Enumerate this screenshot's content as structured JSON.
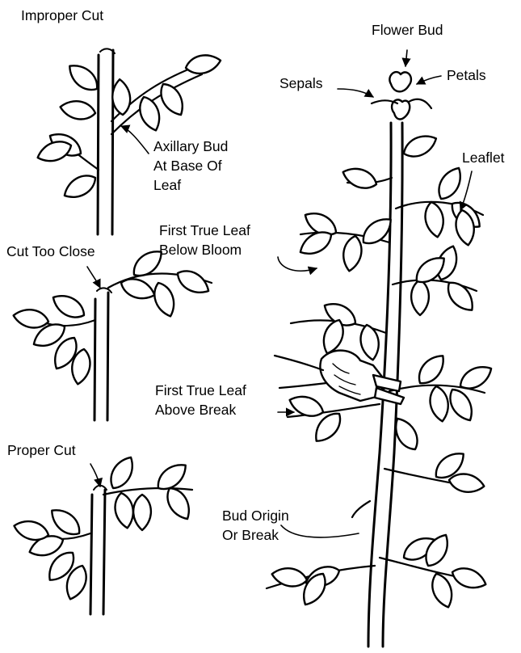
{
  "labels": {
    "improper_cut": "Improper Cut",
    "axillary_bud": [
      "Axillary Bud",
      "At Base Of",
      "Leaf"
    ],
    "cut_too_close": "Cut Too Close",
    "proper_cut": "Proper Cut",
    "flower_bud": "Flower Bud",
    "sepals": "Sepals",
    "petals": "Petals",
    "leaflet": "Leaflet",
    "first_true_leaf_below_bloom": [
      "First True Leaf",
      "Below Bloom"
    ],
    "first_true_leaf_above_break": [
      "First True Leaf",
      "Above Break"
    ],
    "bud_origin_or_break": [
      "Bud Origin",
      "Or Break"
    ]
  },
  "colors": {
    "ink": "#000000",
    "paper": "#ffffff"
  }
}
